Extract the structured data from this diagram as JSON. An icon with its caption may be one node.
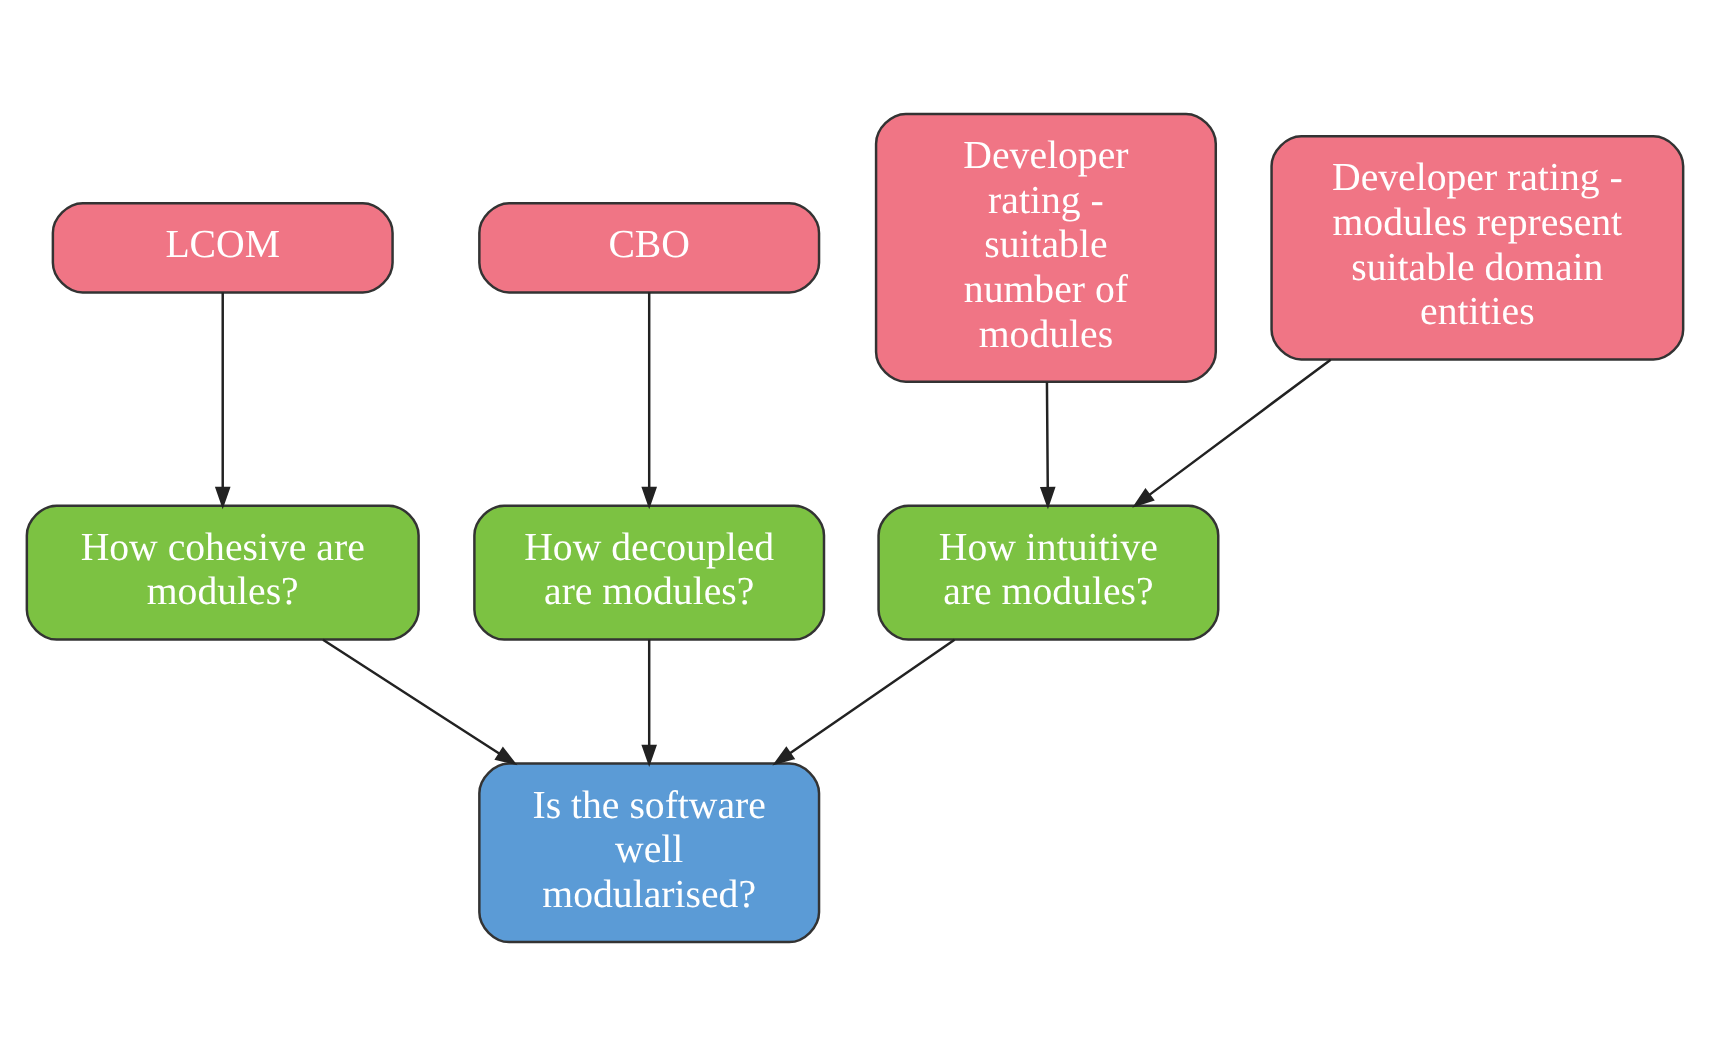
{
  "diagram": {
    "nodes": [
      {
        "text": [
          "Is the software well modularised?"
        ]
      },
      {
        "text": [
          "How cohesive are modules?"
        ]
      },
      {
        "text": [
          "How decoupled are modules?"
        ]
      },
      {
        "text": [
          "How intuitive are modules?"
        ]
      },
      {
        "text": [
          "LCOM"
        ]
      },
      {
        "text": [
          "CBO"
        ]
      },
      {
        "text": [
          "Developer rating - suitable number of modules"
        ]
      },
      {
        "text": [
          "Developer rating - modules represent suitable domain entities"
        ]
      }
    ],
    "edges": [
      {
        "from": 1,
        "to": 0,
        "arrow": "to"
      },
      {
        "from": 2,
        "to": 0,
        "arrow": "to"
      },
      {
        "from": 3,
        "to": 0,
        "arrow": "to"
      },
      {
        "from": 4,
        "to": 1,
        "arrow": "to"
      },
      {
        "from": 5,
        "to": 2,
        "arrow": "to"
      },
      {
        "from": 6,
        "to": 3,
        "arrow": "to"
      },
      {
        "from": 7,
        "to": 3,
        "arrow": "to"
      }
    ]
  }
}
